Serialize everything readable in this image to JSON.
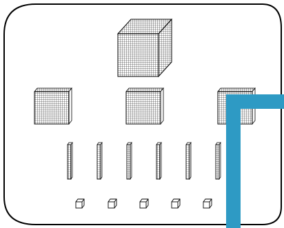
{
  "figure": {
    "groups": [
      {
        "name": "thousands-cube",
        "count": 1
      },
      {
        "name": "hundreds-flats",
        "count": 3
      },
      {
        "name": "tens-rods",
        "count": 6
      },
      {
        "name": "ones-units",
        "count": 5
      }
    ],
    "colors": {
      "line": "#000000",
      "background": "#ffffff",
      "accent": "#2e9ac4"
    }
  }
}
